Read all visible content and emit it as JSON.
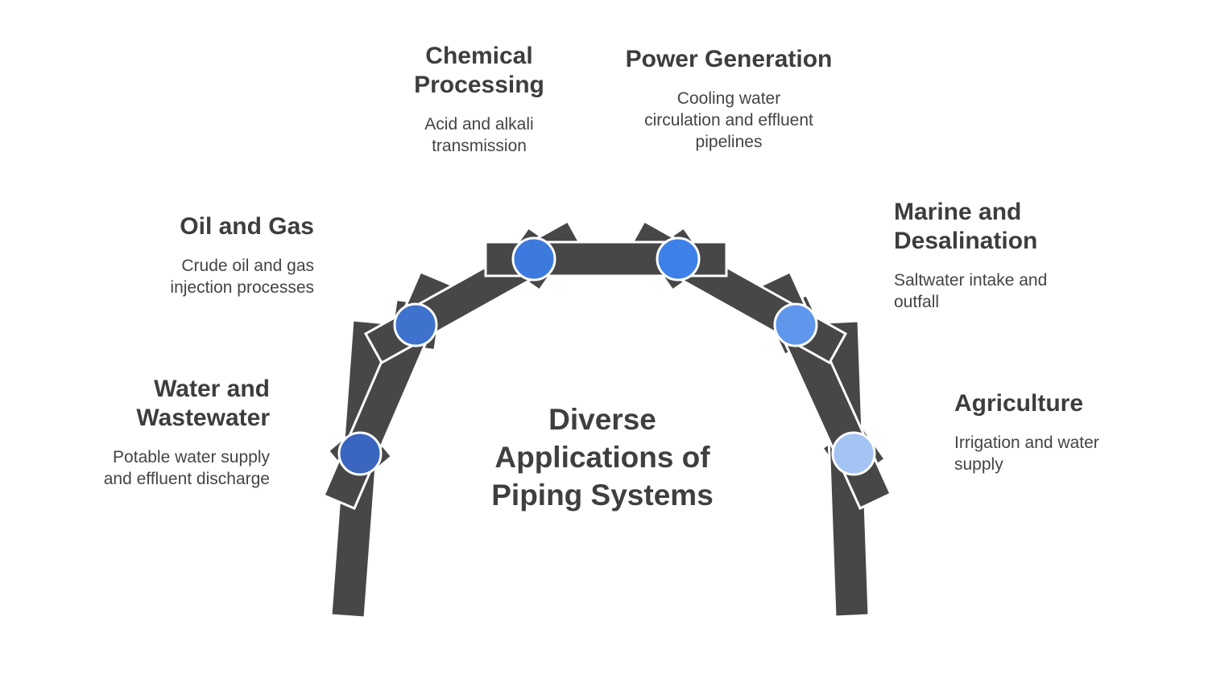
{
  "diagram": {
    "center_title": "Diverse\nApplications of\nPiping Systems"
  },
  "colors": {
    "bar": "#474747",
    "separator": "#ffffff",
    "heading_text": "#3d3d3d",
    "body_text": "#444444"
  },
  "categories": [
    {
      "id": "chemical-processing",
      "title": "Chemical\nProcessing",
      "desc": "Acid and alkali\ntransmission",
      "circle_color": "#3d7ade"
    },
    {
      "id": "power-generation",
      "title": "Power Generation",
      "desc": "Cooling water\ncirculation and effluent\npipelines",
      "circle_color": "#3d80e8"
    },
    {
      "id": "oil-and-gas",
      "title": "Oil and Gas",
      "desc": "Crude oil and gas\ninjection processes",
      "circle_color": "#3e72cc"
    },
    {
      "id": "marine-and-desalination",
      "title": "Marine and\nDesalination",
      "desc": "Saltwater intake and\noutfall",
      "circle_color": "#5f97ec"
    },
    {
      "id": "water-and-wastewater",
      "title": "Water and\nWastewater",
      "desc": "Potable water supply\nand effluent discharge",
      "circle_color": "#3a66bf"
    },
    {
      "id": "agriculture",
      "title": "Agriculture",
      "desc": "Irrigation and water\nsupply",
      "circle_color": "#a3c4f3"
    }
  ]
}
